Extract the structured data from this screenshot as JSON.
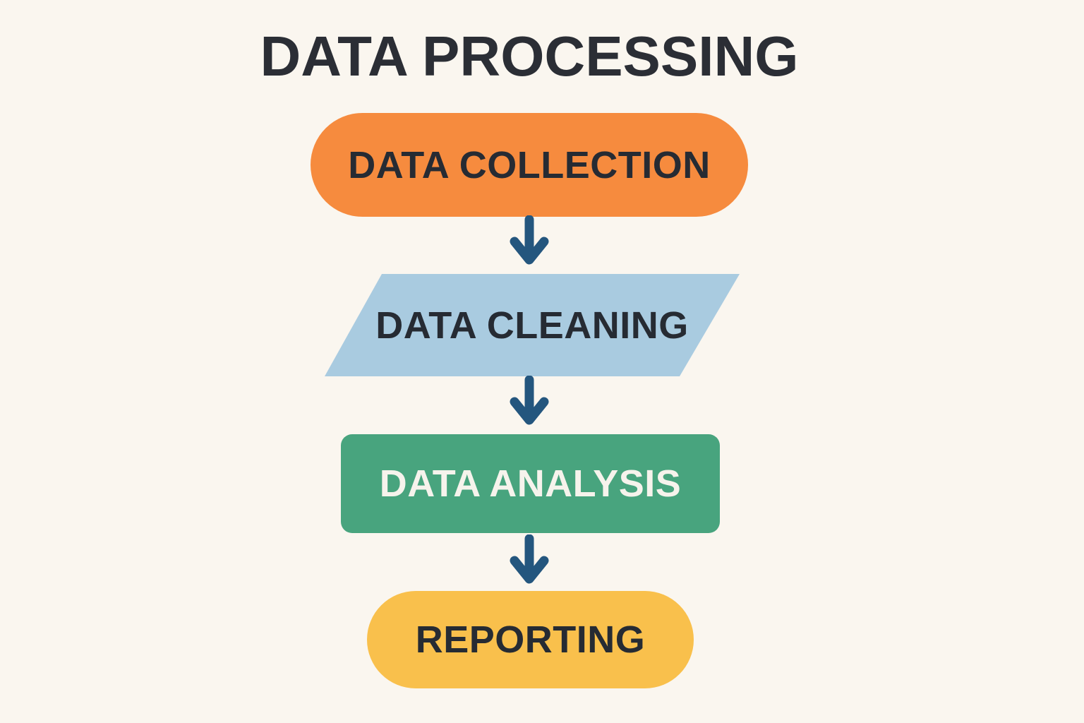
{
  "title": "DATA PROCESSING",
  "colors": {
    "background": "#faf6ef",
    "title_text": "#2b2e35",
    "dark_text": "#262b33",
    "light_text": "#f6f3ec",
    "arrow": "#24567e",
    "orange": "#f68b3e",
    "light_blue": "#a9cbe0",
    "green": "#48a47e",
    "yellow": "#f9c04c"
  },
  "flowchart": {
    "nodes": [
      {
        "id": "data-collection",
        "label": "DATA COLLECTION",
        "shape": "pill",
        "fill": "#f68b3e",
        "text_color": "#262b33",
        "step": 1
      },
      {
        "id": "data-cleaning",
        "label": "DATA CLEANING",
        "shape": "parallelogram",
        "fill": "#a9cbe0",
        "text_color": "#262b33",
        "step": 2
      },
      {
        "id": "data-analysis",
        "label": "DATA ANALYSIS",
        "shape": "rectangle",
        "fill": "#48a47e",
        "text_color": "#f6f3ec",
        "step": 3
      },
      {
        "id": "reporting",
        "label": "REPORTING",
        "shape": "pill",
        "fill": "#f9c04c",
        "text_color": "#262b33",
        "step": 4
      }
    ],
    "connections": [
      {
        "from": "data-collection",
        "to": "data-cleaning"
      },
      {
        "from": "data-cleaning",
        "to": "data-analysis"
      },
      {
        "from": "data-analysis",
        "to": "reporting"
      }
    ]
  }
}
